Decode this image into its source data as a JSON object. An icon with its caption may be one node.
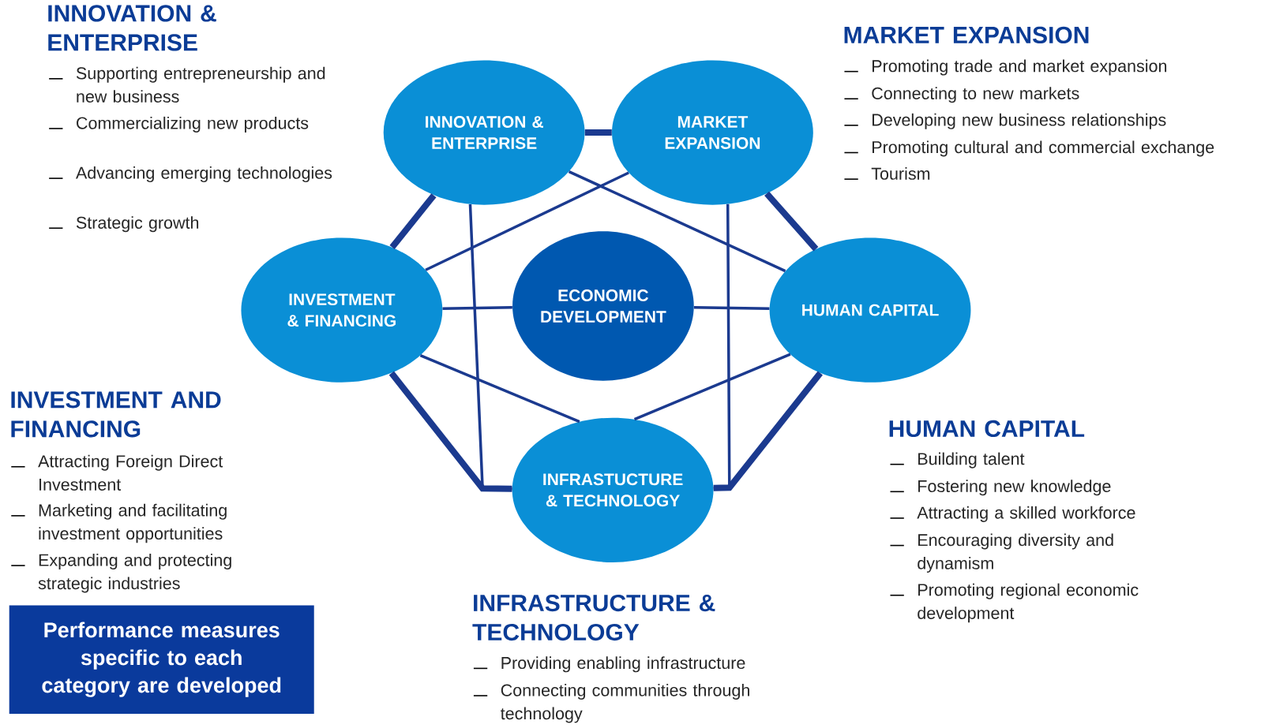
{
  "diagram": {
    "nodes": [
      {
        "text": [
          "INNOVATION & ENTERPRISE"
        ]
      },
      {
        "text": [
          "MARKET EXPANSION"
        ]
      },
      {
        "text": [
          "INVESTMENT & FINANCING"
        ]
      },
      {
        "text": [
          "ECONOMIC DEVELOPMENT"
        ]
      },
      {
        "text": [
          "HUMAN CAPITAL"
        ]
      },
      {
        "text": [
          "INFRASTUCTURE & TECHNOLOGY"
        ]
      },
      {
        "text": [
          "Performance measures specific to each category are developed"
        ]
      }
    ],
    "edges": [
      {
        "from": 0,
        "to": 1,
        "arrow": "none",
        "style": "thick"
      },
      {
        "from": 0,
        "to": 2,
        "arrow": "none",
        "style": "thick"
      },
      {
        "from": 1,
        "to": 4,
        "arrow": "none",
        "style": "thick"
      },
      {
        "from": 0,
        "to": 4,
        "arrow": "none"
      },
      {
        "from": 1,
        "to": 2,
        "arrow": "none"
      },
      {
        "from": 2,
        "to": 3,
        "arrow": "none"
      },
      {
        "from": 3,
        "to": 4,
        "arrow": "none"
      },
      {
        "from": 2,
        "to": 5,
        "arrow": "none"
      },
      {
        "from": 4,
        "to": 5,
        "arrow": "none"
      },
      {
        "from": 2,
        "to": 5,
        "arrow": "none",
        "style": "thick"
      },
      {
        "from": 4,
        "to": 5,
        "arrow": "none",
        "style": "thick"
      },
      {
        "from": 0,
        "to": 5,
        "arrow": "none"
      },
      {
        "from": 1,
        "to": 5,
        "arrow": "none"
      }
    ],
    "labels": [
      "INNOVATION & ENTERPRISE",
      "Supporting entrepreneurship and new business",
      "Commercializing new products",
      "Advancing emerging technologies",
      "Strategic growth",
      "MARKET EXPANSION",
      "Promoting trade and market expansion",
      "Connecting to new markets",
      "Developing new business relationships",
      "Promoting cultural and commercial exchange",
      "Tourism",
      "INVESTMENT AND FINANCING",
      "Attracting Foreign Direct Investment",
      "Marketing and facilitating investment opportunities",
      "Expanding and protecting strategic industries",
      "HUMAN CAPITAL",
      "Building talent",
      "Fostering new knowledge",
      "Attracting a skilled workforce",
      "Encouraging diversity and dynamism",
      "Promoting regional economic development",
      "INFRASTRUCTURE & TECHNOLOGY",
      "Providing enabling infrastructure",
      "Connecting communities through technology"
    ]
  }
}
